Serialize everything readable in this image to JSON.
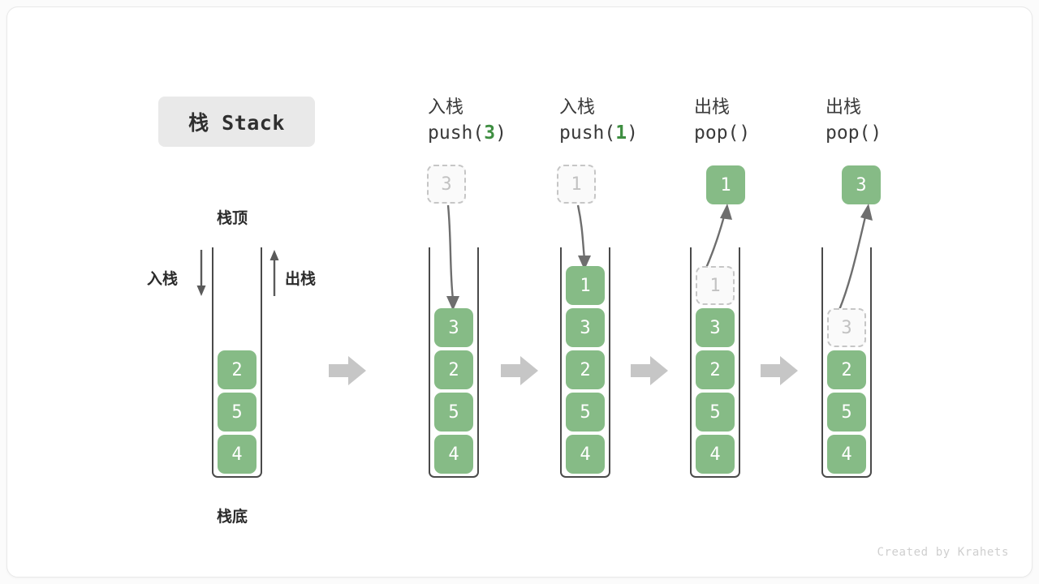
{
  "title_chip": {
    "label": "栈 Stack"
  },
  "legend": {
    "top_label": "栈顶",
    "bottom_label": "栈底",
    "push_label": "入栈",
    "pop_label": "出栈"
  },
  "initial_stack": {
    "cells": [
      "2",
      "5",
      "4"
    ]
  },
  "columns": [
    {
      "id": "push-3",
      "op": "push",
      "cn": "入栈",
      "code_prefix": "push(",
      "code_arg": "3",
      "code_suffix": ")",
      "floating": {
        "value": "3",
        "style": "ghost"
      },
      "cells": [
        {
          "value": "3",
          "style": "solid"
        },
        {
          "value": "2",
          "style": "solid"
        },
        {
          "value": "5",
          "style": "solid"
        },
        {
          "value": "4",
          "style": "solid"
        }
      ],
      "arrow_direction": "down"
    },
    {
      "id": "push-1",
      "op": "push",
      "cn": "入栈",
      "code_prefix": "push(",
      "code_arg": "1",
      "code_suffix": ")",
      "floating": {
        "value": "1",
        "style": "ghost"
      },
      "cells": [
        {
          "value": "1",
          "style": "solid"
        },
        {
          "value": "3",
          "style": "solid"
        },
        {
          "value": "2",
          "style": "solid"
        },
        {
          "value": "5",
          "style": "solid"
        },
        {
          "value": "4",
          "style": "solid"
        }
      ],
      "arrow_direction": "down"
    },
    {
      "id": "pop-1",
      "op": "pop",
      "cn": "出栈",
      "code_prefix": "pop(",
      "code_arg": "",
      "code_suffix": ")",
      "floating": {
        "value": "1",
        "style": "solid"
      },
      "cells": [
        {
          "value": "1",
          "style": "ghost"
        },
        {
          "value": "3",
          "style": "solid"
        },
        {
          "value": "2",
          "style": "solid"
        },
        {
          "value": "5",
          "style": "solid"
        },
        {
          "value": "4",
          "style": "solid"
        }
      ],
      "arrow_direction": "up"
    },
    {
      "id": "pop-3",
      "op": "pop",
      "cn": "出栈",
      "code_prefix": "pop(",
      "code_arg": "",
      "code_suffix": ")",
      "floating": {
        "value": "3",
        "style": "solid"
      },
      "cells": [
        {
          "value": "3",
          "style": "ghost"
        },
        {
          "value": "2",
          "style": "solid"
        },
        {
          "value": "5",
          "style": "solid"
        },
        {
          "value": "4",
          "style": "solid"
        }
      ],
      "arrow_direction": "up"
    }
  ],
  "footer": {
    "credit": "Created by Krahets"
  },
  "colors": {
    "green_fill": "#86bb86",
    "green_text": "#3e8e41",
    "ghost_border": "#c6c6c6",
    "ghost_text": "#c2c2c2",
    "arrow_gray": "#6e6e6e",
    "block_arrow_gray": "#c6c6c6",
    "wall": "#4a4a4a",
    "chip_bg": "#e9e9e9"
  }
}
